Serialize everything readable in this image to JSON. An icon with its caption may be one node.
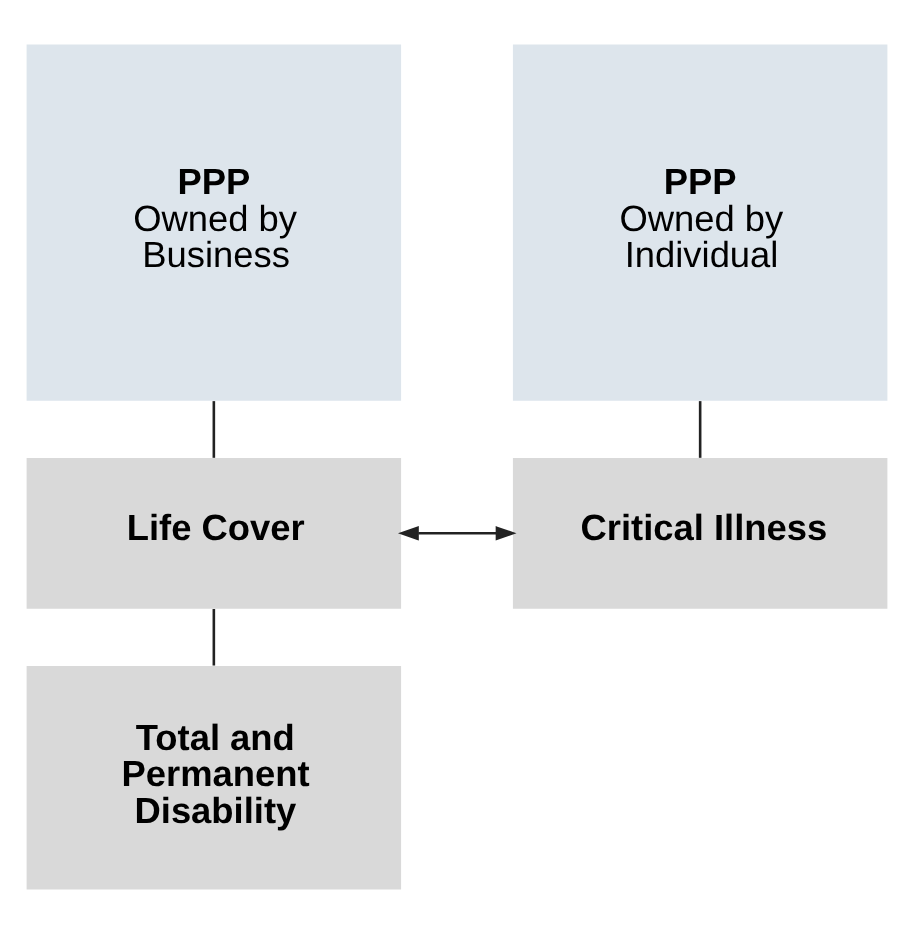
{
  "diagram": {
    "nodes": [
      {
        "text": [
          "PPP",
          "Owned by Business"
        ]
      },
      {
        "text": [
          "PPP",
          "Owned by Individual"
        ]
      },
      {
        "text": [
          "Life Cover"
        ]
      },
      {
        "text": [
          "Critical Illness"
        ]
      },
      {
        "text": [
          "Total and Permanent Disability"
        ]
      }
    ],
    "edges": [
      {
        "from": 0,
        "to": 2,
        "arrow": "none"
      },
      {
        "from": 2,
        "to": 3,
        "arrow": "both"
      },
      {
        "from": 1,
        "to": 3,
        "arrow": "none"
      },
      {
        "from": 2,
        "to": 4,
        "arrow": "none"
      }
    ]
  }
}
